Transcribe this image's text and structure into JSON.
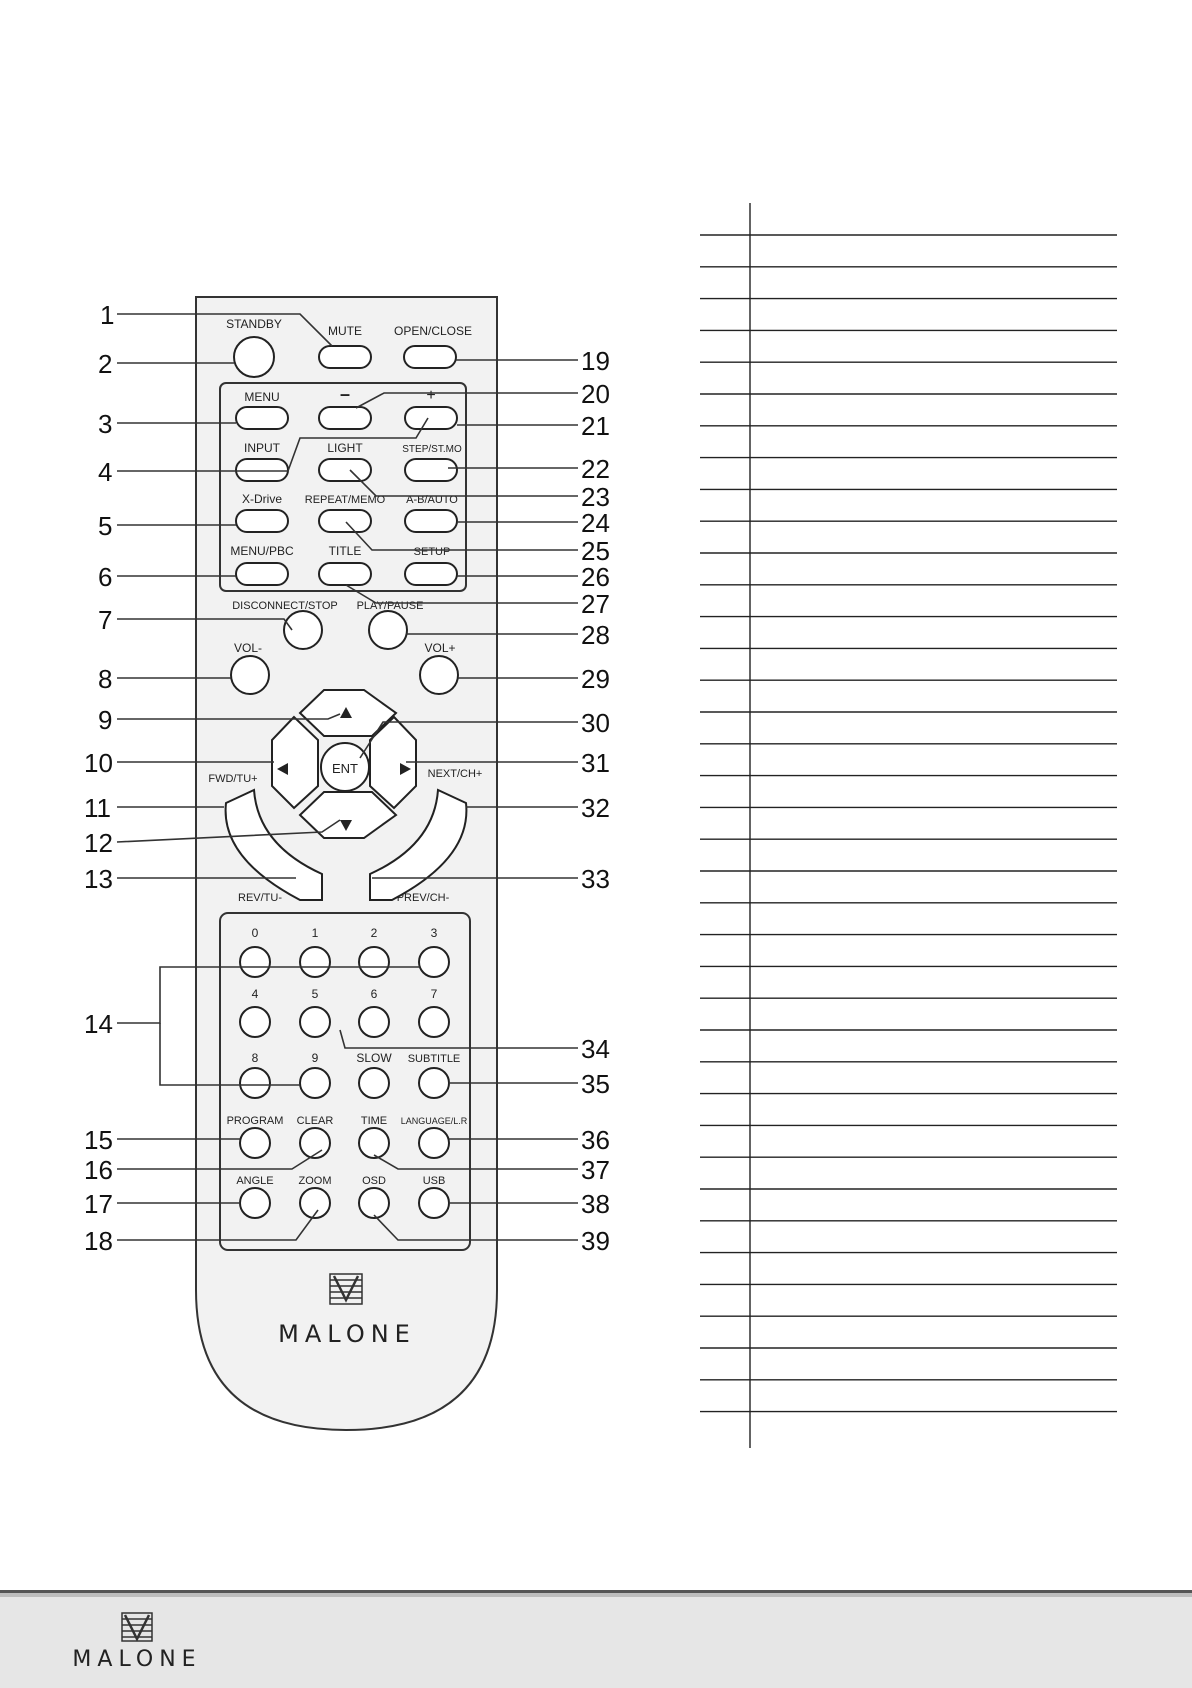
{
  "brand": "MALONE",
  "buttons": {
    "standby": "STANDBY",
    "mute": "MUTE",
    "open_close": "OPEN/CLOSE",
    "menu": "MENU",
    "minus": "–",
    "plus": "+",
    "input": "INPUT",
    "light": "LIGHT",
    "step": "STEP/ST.MO",
    "xdrive": "X-Drive",
    "repeat": "REPEAT/MEMO",
    "ab": "A-B/AUTO",
    "menu_pbc": "MENU/PBC",
    "title": "TITLE",
    "setup": "SETUP",
    "disconnect": "DISCONNECT/STOP",
    "play_pause": "PLAY/PAUSE",
    "vol_minus": "VOL-",
    "vol_plus": "VOL+",
    "ent": "ENT",
    "fwd": "FWD/TU+",
    "next": "NEXT/CH+",
    "rev": "REV/TU-",
    "prev": "PREV/CH-",
    "digits": [
      "0",
      "1",
      "2",
      "3",
      "4",
      "5",
      "6",
      "7",
      "8",
      "9"
    ],
    "slow": "SLOW",
    "subtitle": "SUBTITLE",
    "program": "PROGRAM",
    "clear": "CLEAR",
    "time": "TIME",
    "language": "LANGUAGE/L.R",
    "angle": "ANGLE",
    "zoom": "ZOOM",
    "osd": "OSD",
    "usb": "USB"
  },
  "callouts": {
    "n1": "1",
    "n2": "2",
    "n3": "3",
    "n4": "4",
    "n5": "5",
    "n6": "6",
    "n7": "7",
    "n8": "8",
    "n9": "9",
    "n10": "10",
    "n11": "11",
    "n12": "12",
    "n13": "13",
    "n14": "14",
    "n15": "15",
    "n16": "16",
    "n17": "17",
    "n18": "18",
    "n19": "19",
    "n20": "20",
    "n21": "21",
    "n22": "22",
    "n23": "23",
    "n24": "24",
    "n25": "25",
    "n26": "26",
    "n27": "27",
    "n28": "28",
    "n29": "29",
    "n30": "30",
    "n31": "31",
    "n32": "32",
    "n33": "33",
    "n34": "34",
    "n35": "35",
    "n36": "36",
    "n37": "37",
    "n38": "38",
    "n39": "39"
  },
  "legend_table": {
    "row_count": 38
  }
}
